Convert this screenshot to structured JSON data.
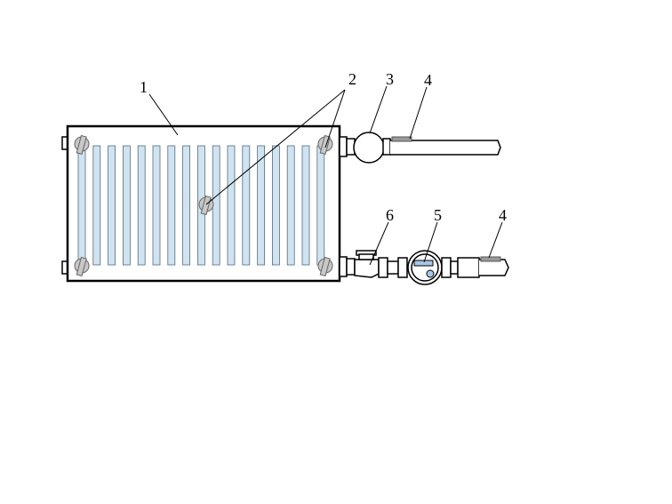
{
  "diagram": {
    "callouts": {
      "radiator": "1",
      "vents": "2",
      "inlet_valve": "3",
      "pipe_sensor_top": "4",
      "heat_meter": "5",
      "filter": "6",
      "pipe_sensor_bottom": "4"
    },
    "colors": {
      "fin_fill": "#cfe3f1",
      "fitting_fill": "#c8c8c8",
      "sensor_fill": "#9a9a9a",
      "meter_window": "#a7c7e7",
      "line": "#000000"
    }
  }
}
